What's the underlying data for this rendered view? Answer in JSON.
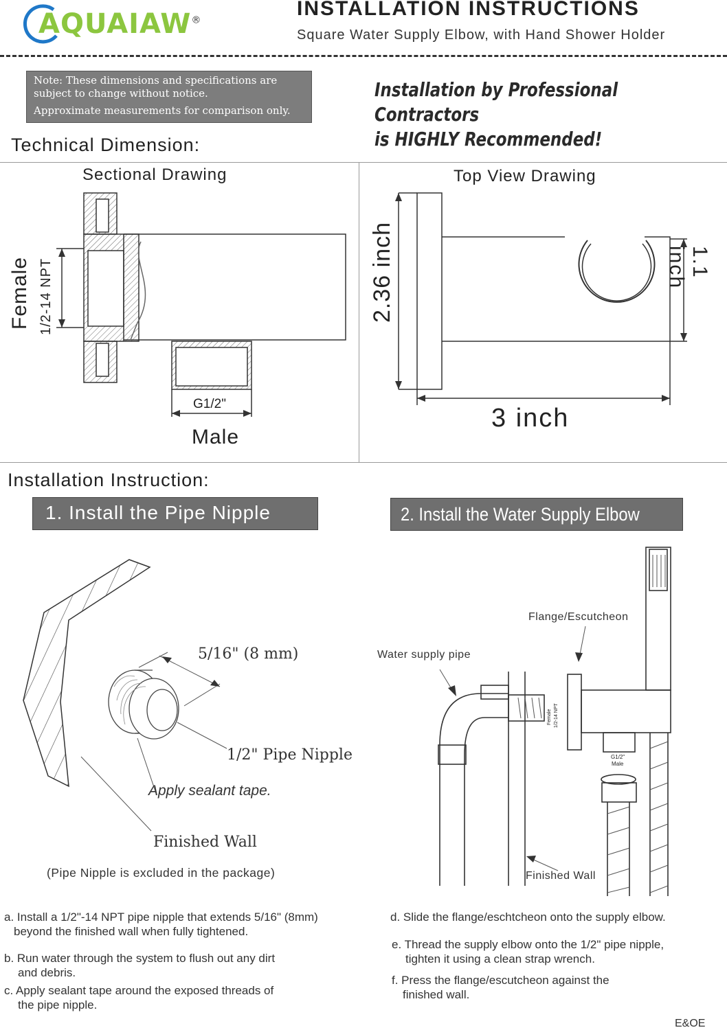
{
  "header": {
    "logo_text": "AQUAIAW",
    "logo_mark": "®",
    "title": "INSTALLATION INSTRUCTIONS",
    "subtitle": "Square Water Supply Elbow, with Hand Shower Holder"
  },
  "note": {
    "line1": "Note: These dimensions and specifications are",
    "line2": "subject to change without notice.",
    "line3": "Approximate measurements for comparison only."
  },
  "recommend": {
    "line1": "Installation by Professional Contractors",
    "line2": "is HIGHLY Recommended!"
  },
  "technical": {
    "heading": "Technical Dimension:",
    "sectional": {
      "title": "Sectional Drawing",
      "female": "Female",
      "thread": "1/2-14 NPT",
      "outlet": "G1/2\"",
      "male": "Male"
    },
    "topview": {
      "title": "Top View Drawing",
      "height": "2.36 inch",
      "holder": "1.1 inch",
      "width": "3 inch"
    }
  },
  "installation": {
    "heading": "Installation Instruction:",
    "step1_banner": "1. Install the Pipe Nipple",
    "step2_banner": "2. Install the Water Supply Elbow",
    "fig1": {
      "measure": "5/16\" (8 mm)",
      "nipple": "1/2\" Pipe Nipple",
      "tape": "Apply sealant tape.",
      "wall": "Finished Wall",
      "excluded": "(Pipe Nipple is excluded in the package)"
    },
    "fig2": {
      "flange": "Flange/Escutcheon",
      "pipe": "Water supply pipe",
      "wall": "Finished Wall",
      "female": "Female",
      "thread": "1/2-14 NPT",
      "outlet": "G1/2\"",
      "male": "Male"
    }
  },
  "steps": {
    "a1": "a. Install a 1/2\"-14 NPT pipe nipple that extends 5/16\" (8mm)",
    "a2": "beyond the finished wall when fully tightened.",
    "b1": "b. Run water through the system to flush out any dirt",
    "b2": "and debris.",
    "c1": "c. Apply sealant tape around the exposed threads of",
    "c2": "the pipe nipple.",
    "d1": "d. Slide the flange/eschtcheon onto the supply elbow.",
    "e1": "e. Thread the supply elbow onto the 1/2\" pipe nipple,",
    "e2": "tighten it using a clean strap wrench.",
    "f1": "f. Press the flange/escutcheon against the",
    "f2": "finished wall."
  },
  "footer": {
    "eoe": "E&OE"
  }
}
